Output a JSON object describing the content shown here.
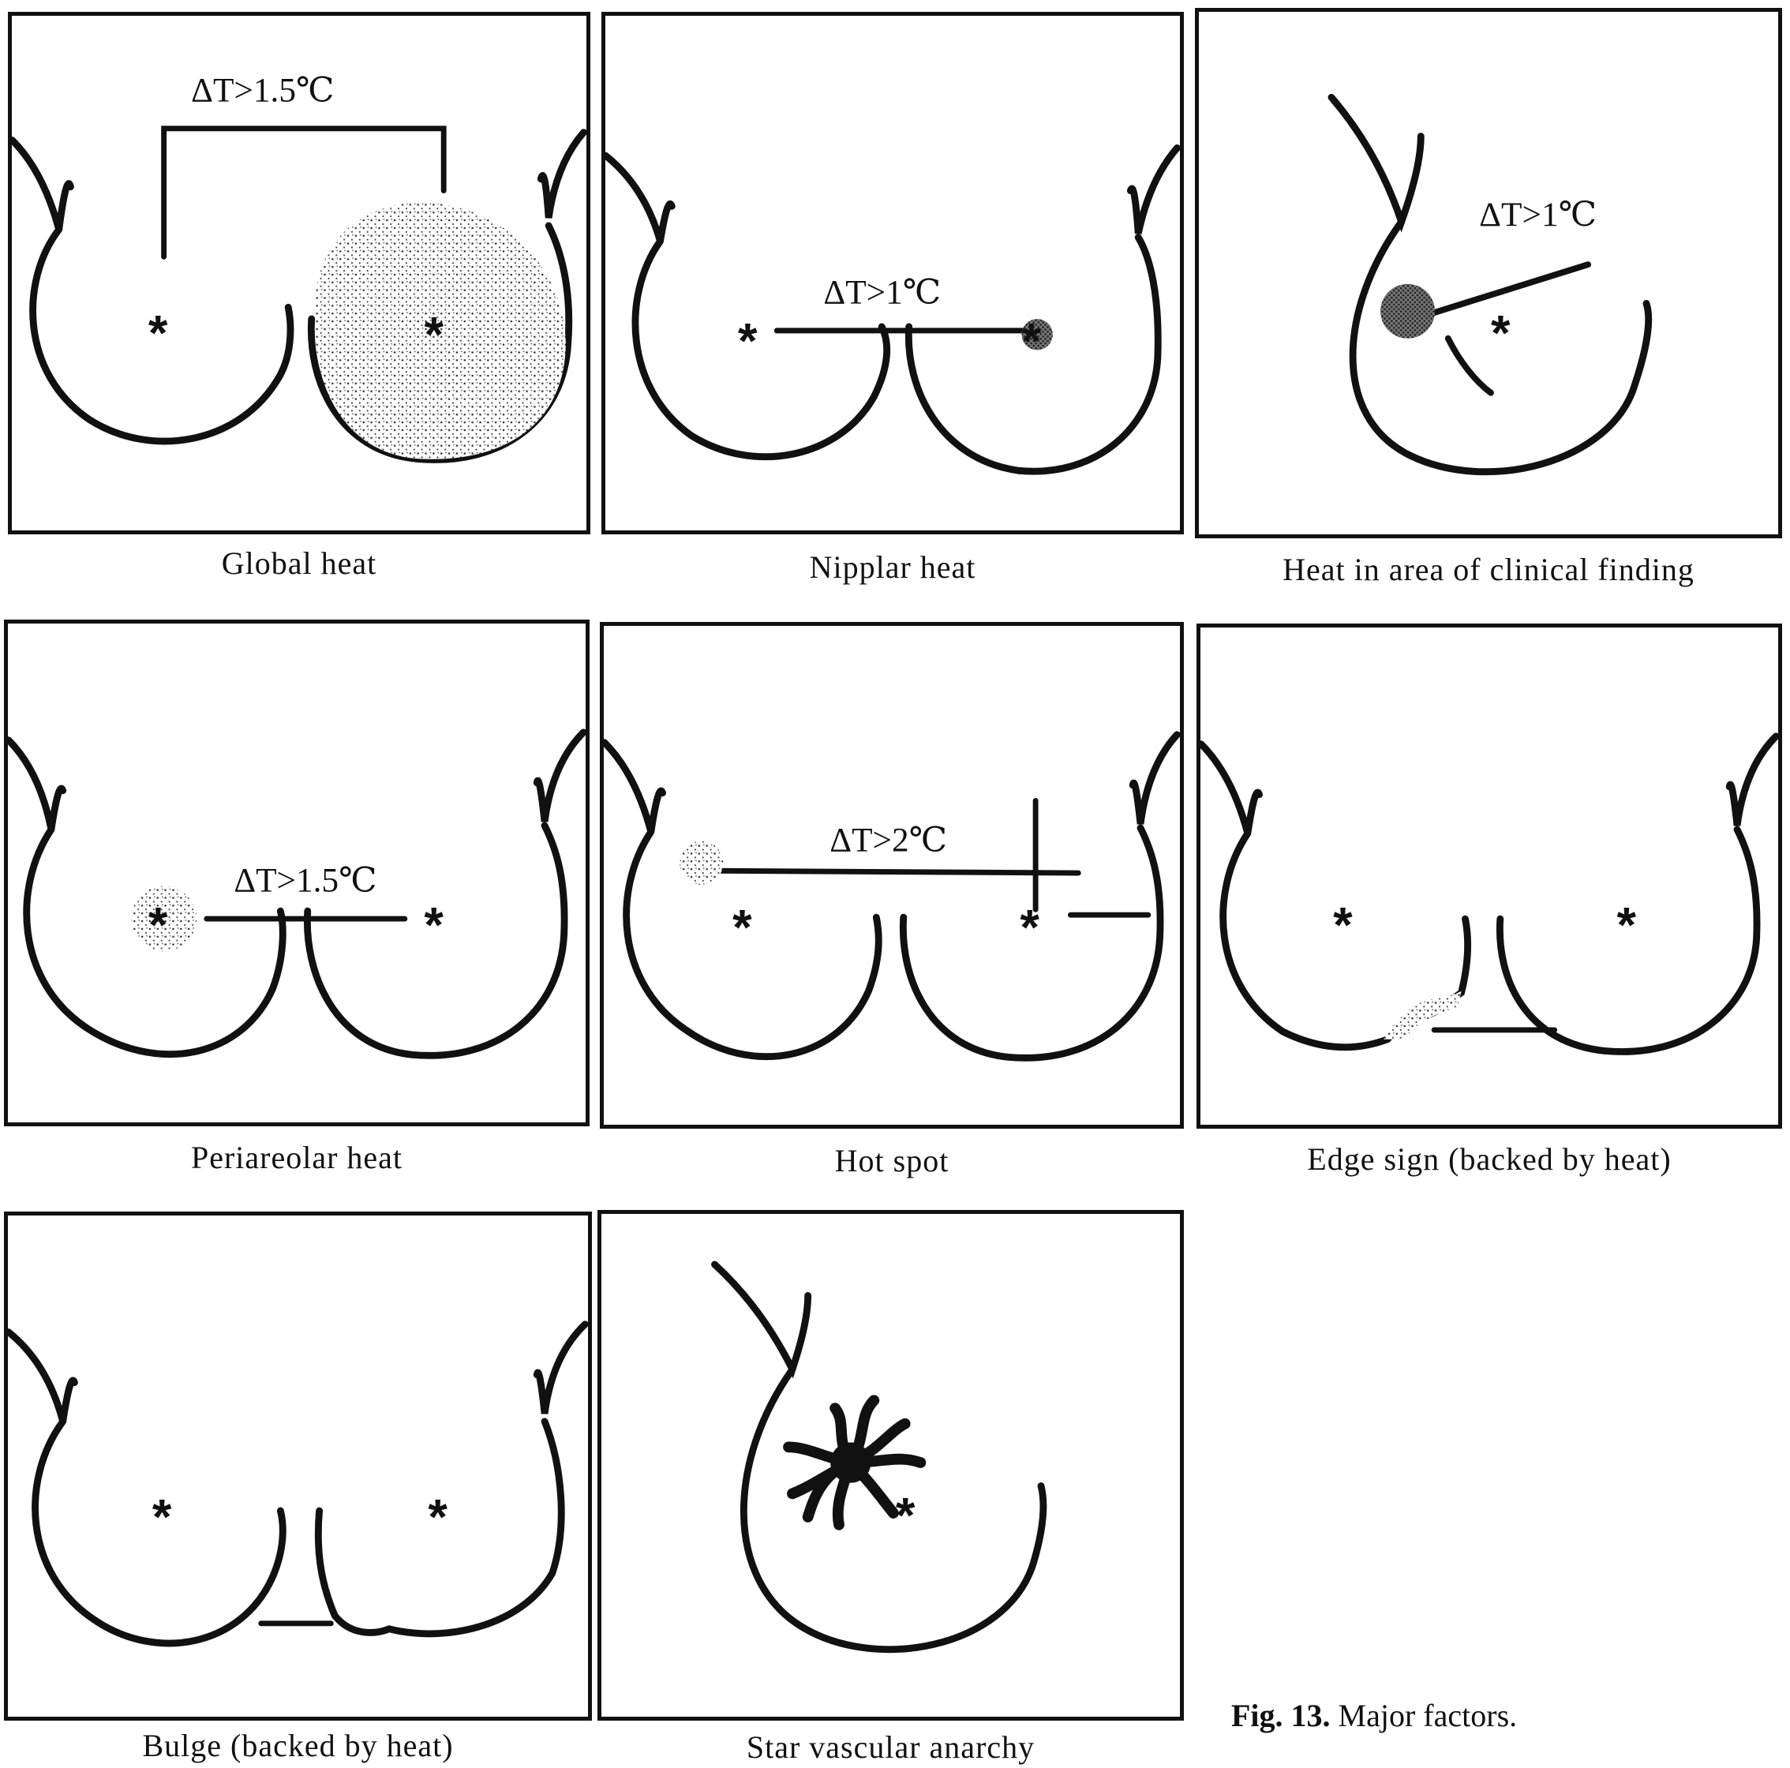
{
  "figure": {
    "label": "Fig. 13.",
    "title": "Major factors."
  },
  "panels": [
    {
      "caption": "Global heat",
      "delta": "ΔT>1.5℃"
    },
    {
      "caption": "Nipplar heat",
      "delta": "ΔT>1℃"
    },
    {
      "caption": "Heat in area of clinical finding",
      "delta": "ΔT>1℃"
    },
    {
      "caption": "Periareolar heat",
      "delta": "ΔT>1.5℃"
    },
    {
      "caption": "Hot spot",
      "delta": "ΔT>2℃"
    },
    {
      "caption": "Edge sign (backed by heat)"
    },
    {
      "caption": "Bulge (backed by heat)"
    },
    {
      "caption": "Star vascular anarchy"
    }
  ],
  "nipple_marker": "*"
}
